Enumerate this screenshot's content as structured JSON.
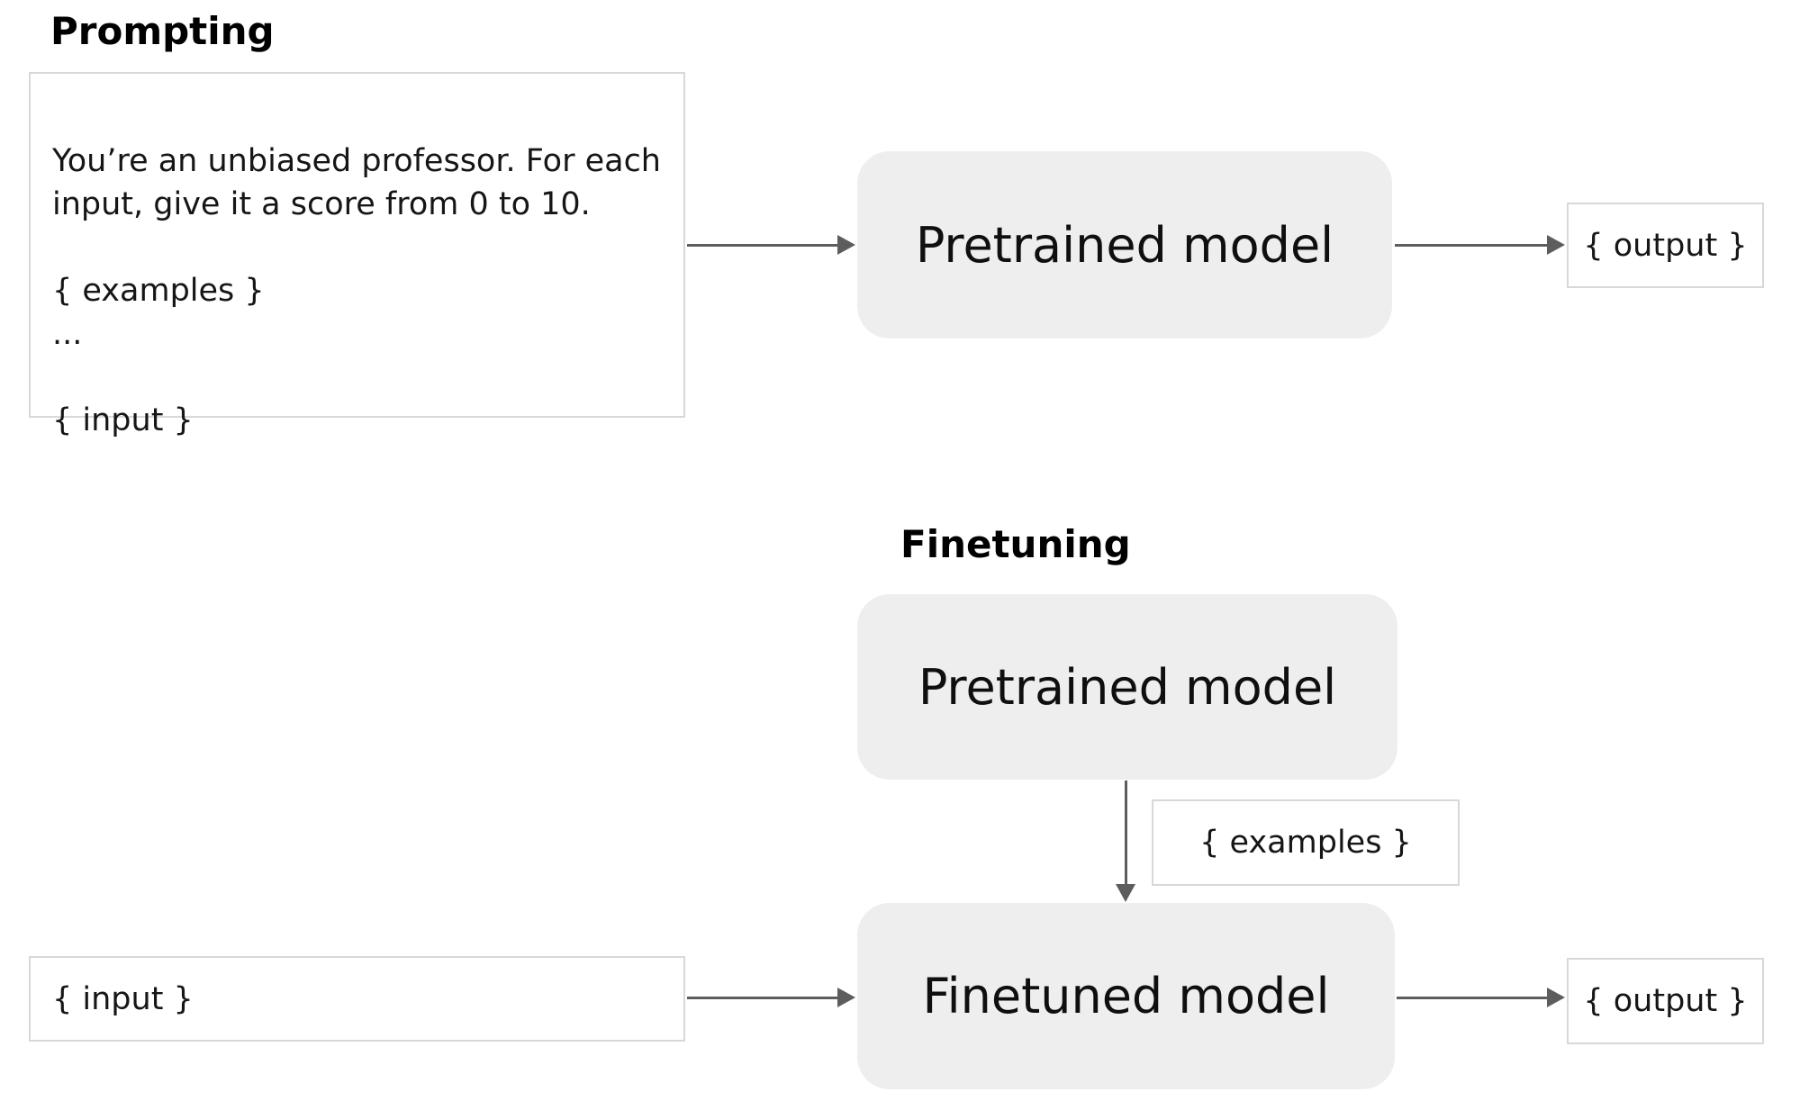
{
  "diagram": {
    "sections": {
      "prompting": {
        "heading": "Prompting",
        "prompt_box_text": "You’re an unbiased professor. For each\ninput, give it a score from 0 to 10.\n\n{ examples }\n...\n\n{ input }",
        "pretrained_model_label": "Pretrained model",
        "output_label": "{ output }"
      },
      "finetuning": {
        "heading": "Finetuning",
        "pretrained_model_label": "Pretrained model",
        "examples_label": "{ examples }",
        "finetuned_model_label": "Finetuned model",
        "input_label": "{ input }",
        "output_label": "{ output }"
      }
    },
    "colors": {
      "model_box_bg": "#eeeeee",
      "white_box_border": "#d8d8d8",
      "arrow": "#5d5d5d",
      "text": "#111111",
      "background": "#ffffff"
    }
  }
}
